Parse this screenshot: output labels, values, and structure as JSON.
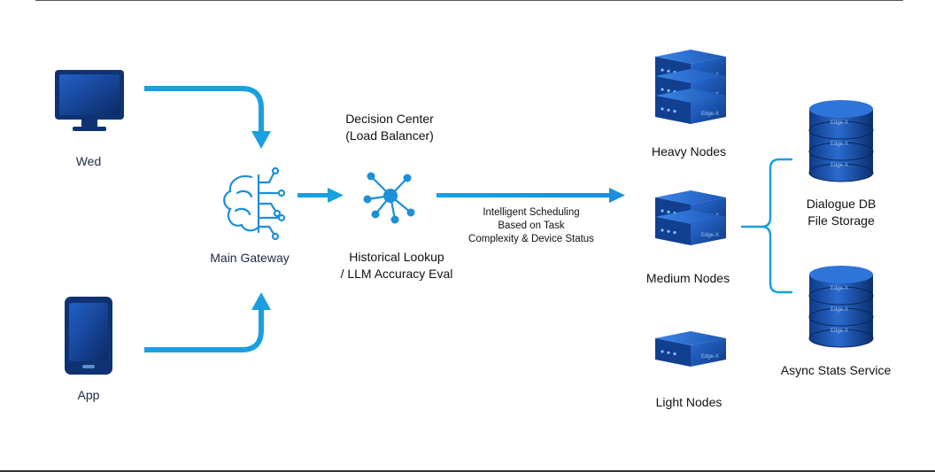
{
  "colors": {
    "arrow": "#1aa0e0",
    "device_dark": "#0c2a63",
    "device_mid": "#1b54b5",
    "device_light": "#2f7de0",
    "icon_blue": "#1d8fd8"
  },
  "clients": {
    "web_label": "Wed",
    "app_label": "App"
  },
  "gateway": {
    "label": "Main Gateway",
    "icon": "brain-circuit-icon"
  },
  "decision_center": {
    "title_line1": "Decision Center",
    "title_line2": "(Load Balancer)",
    "sub_line1": "Historical Lookup",
    "sub_line2": "/ LLM Accuracy Eval",
    "icon": "network-hub-icon"
  },
  "scheduling": {
    "line1": "Intelligent Scheduling",
    "line2": "Based on Task",
    "line3": "Complexity & Device Status"
  },
  "nodes": {
    "heavy": "Heavy Nodes",
    "medium": "Medium Nodes",
    "light": "Light Nodes",
    "server_badge": "Edge-X"
  },
  "storage": {
    "db_line1": "Dialogue DB",
    "db_line2": "File Storage",
    "stats": "Async Stats Service",
    "db_badge": "Edge-X"
  }
}
